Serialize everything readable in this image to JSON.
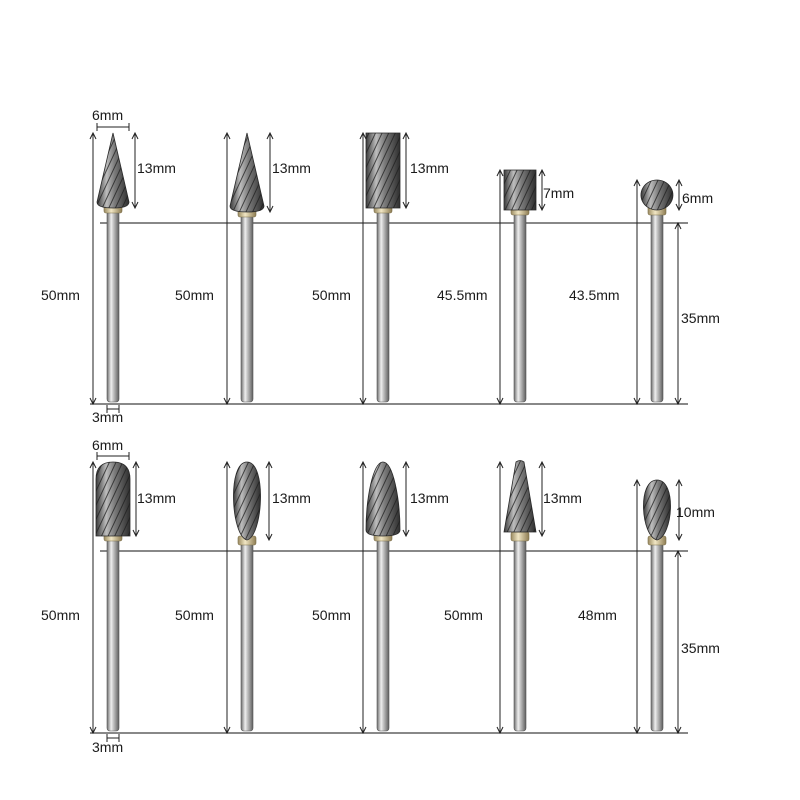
{
  "colors": {
    "background": "#ffffff",
    "steel": "#9a9a9a",
    "steel_dark": "#3f3f3f",
    "steel_light": "#e8e8e8",
    "collar": "#d8c9a0"
  },
  "rows": [
    {
      "bits": [
        {
          "shape": "cone",
          "head_label": "13mm",
          "total_label": "50mm"
        },
        {
          "shape": "cone",
          "head_label": "13mm",
          "total_label": "50mm"
        },
        {
          "shape": "cylinder",
          "head_label": "13mm",
          "total_label": "50mm"
        },
        {
          "shape": "short-cylinder",
          "head_label": "7mm",
          "total_label": "45.5mm"
        },
        {
          "shape": "ball",
          "head_label": "6mm",
          "total_label": "43.5mm"
        }
      ],
      "width_label": "6mm",
      "shank_label": "3mm",
      "shank_length_label": "35mm"
    },
    {
      "bits": [
        {
          "shape": "cylinder-round",
          "head_label": "13mm",
          "total_label": "50mm"
        },
        {
          "shape": "oval",
          "head_label": "13mm",
          "total_label": "50mm"
        },
        {
          "shape": "flame",
          "head_label": "13mm",
          "total_label": "50mm"
        },
        {
          "shape": "tree",
          "head_label": "13mm",
          "total_label": "50mm"
        },
        {
          "shape": "egg",
          "head_label": "10mm",
          "total_label": "48mm"
        }
      ],
      "width_label": "6mm",
      "shank_label": "3mm",
      "shank_length_label": "35mm"
    }
  ]
}
